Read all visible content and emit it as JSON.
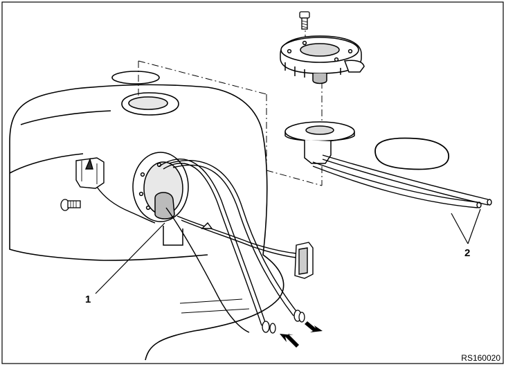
{
  "callouts": [
    {
      "id": "1",
      "label": "1"
    },
    {
      "id": "2",
      "label": "2"
    }
  ],
  "reference_code": "RS160020",
  "colors": {
    "line": "#000000",
    "fill": "#ffffff",
    "shade": "#d8d8d8"
  }
}
